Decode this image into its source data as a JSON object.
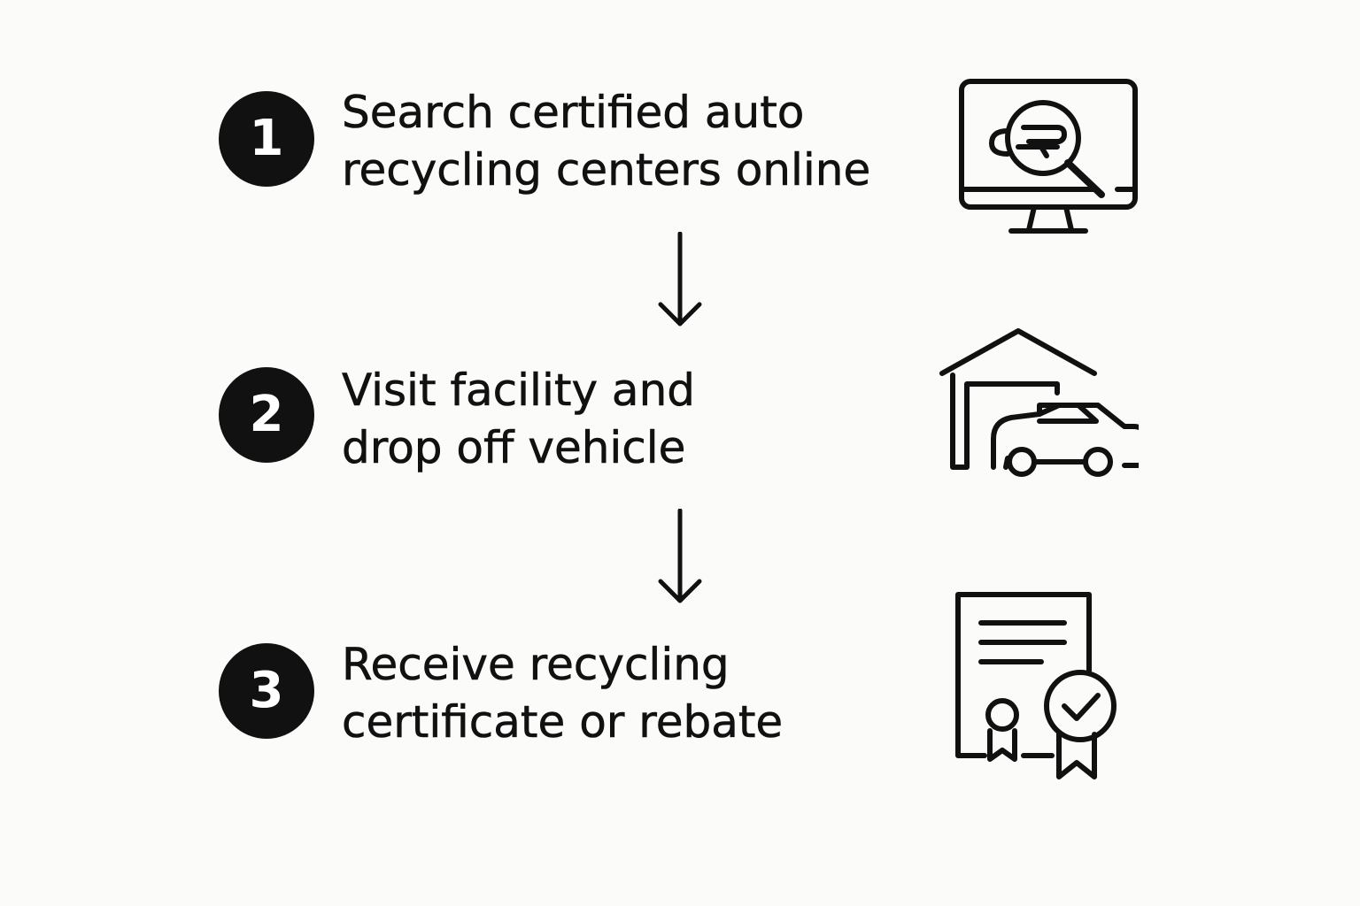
{
  "steps": [
    {
      "number": "1",
      "line1": "Search certified auto",
      "line2": "recycling centers online",
      "icon": "monitor-search-car-icon"
    },
    {
      "number": "2",
      "line1": "Visit facility and",
      "line2": "drop off vehicle",
      "icon": "garage-car-icon"
    },
    {
      "number": "3",
      "line1": "Receive recycling",
      "line2": "certificate or rebate",
      "icon": "certificate-badge-icon"
    }
  ],
  "arrows": [
    "down-arrow-icon",
    "down-arrow-icon"
  ],
  "colors": {
    "background": "#fbfbf9",
    "ink": "#111111",
    "badge_text": "#ffffff"
  }
}
